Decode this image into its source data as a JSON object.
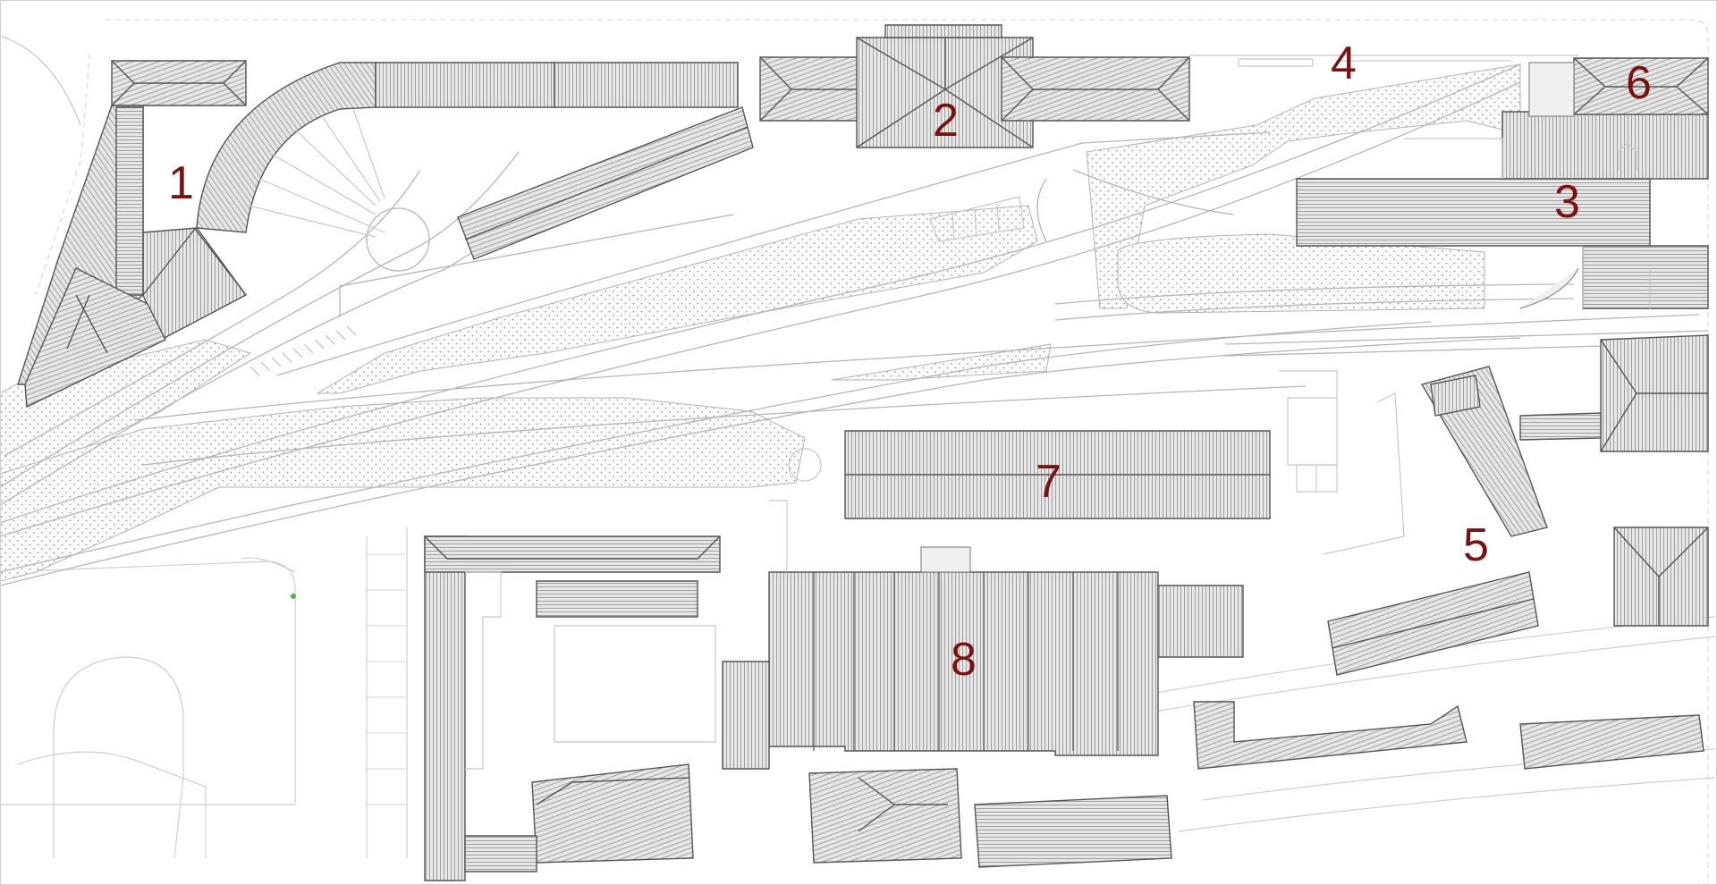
{
  "map": {
    "kind": "site-plan",
    "style": "grey line drawing, hatched pitched roofs, dotted green strips",
    "label_color": "#7b1212",
    "buildings": [
      {
        "id": "building-1",
        "number": "1"
      },
      {
        "id": "building-2",
        "number": "2"
      },
      {
        "id": "building-3",
        "number": "3"
      },
      {
        "id": "building-4",
        "number": "4"
      },
      {
        "id": "building-5",
        "number": "5"
      },
      {
        "id": "building-6",
        "number": "6"
      },
      {
        "id": "building-7",
        "number": "7"
      },
      {
        "id": "building-8",
        "number": "8"
      }
    ]
  }
}
